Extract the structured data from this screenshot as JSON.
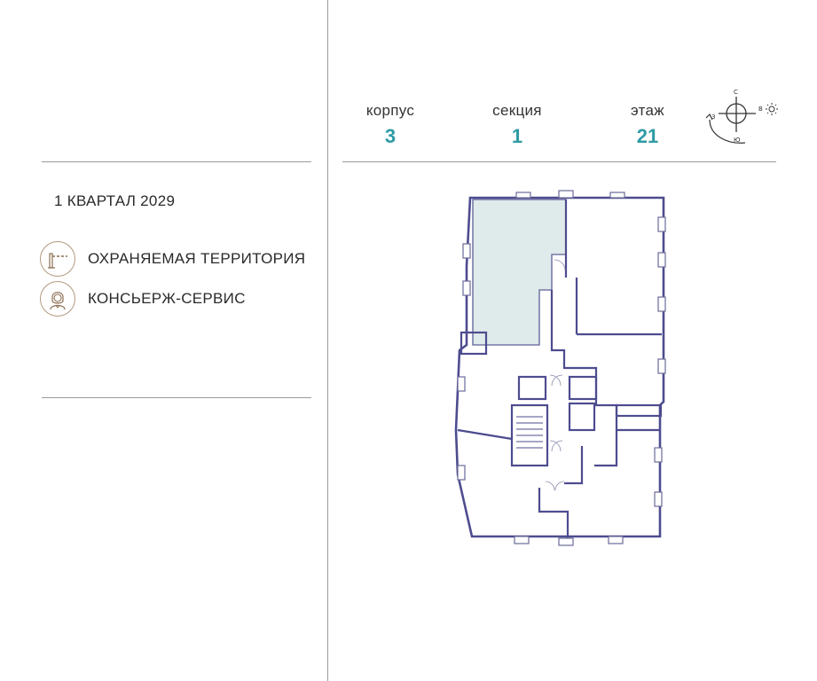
{
  "delivery": "1 КВАРТАЛ 2029",
  "features": [
    {
      "icon": "barrier-icon",
      "label": "ОХРАНЯЕМАЯ ТЕРРИТОРИЯ"
    },
    {
      "icon": "concierge-icon",
      "label": "КОНСЬЕРЖ-СЕРВИС"
    }
  ],
  "stats": {
    "building": {
      "label": "корпус",
      "value": "3"
    },
    "section": {
      "label": "секция",
      "value": "1"
    },
    "floor": {
      "label": "этаж",
      "value": "21"
    }
  },
  "compass": {
    "n": "С",
    "s": "Ю",
    "w": "З",
    "e": "В"
  },
  "colors": {
    "accent": "#2e9ba5",
    "wall": "#4d4c8f",
    "highlight": "#dfeaea",
    "icon_border": "#b29a7e"
  }
}
